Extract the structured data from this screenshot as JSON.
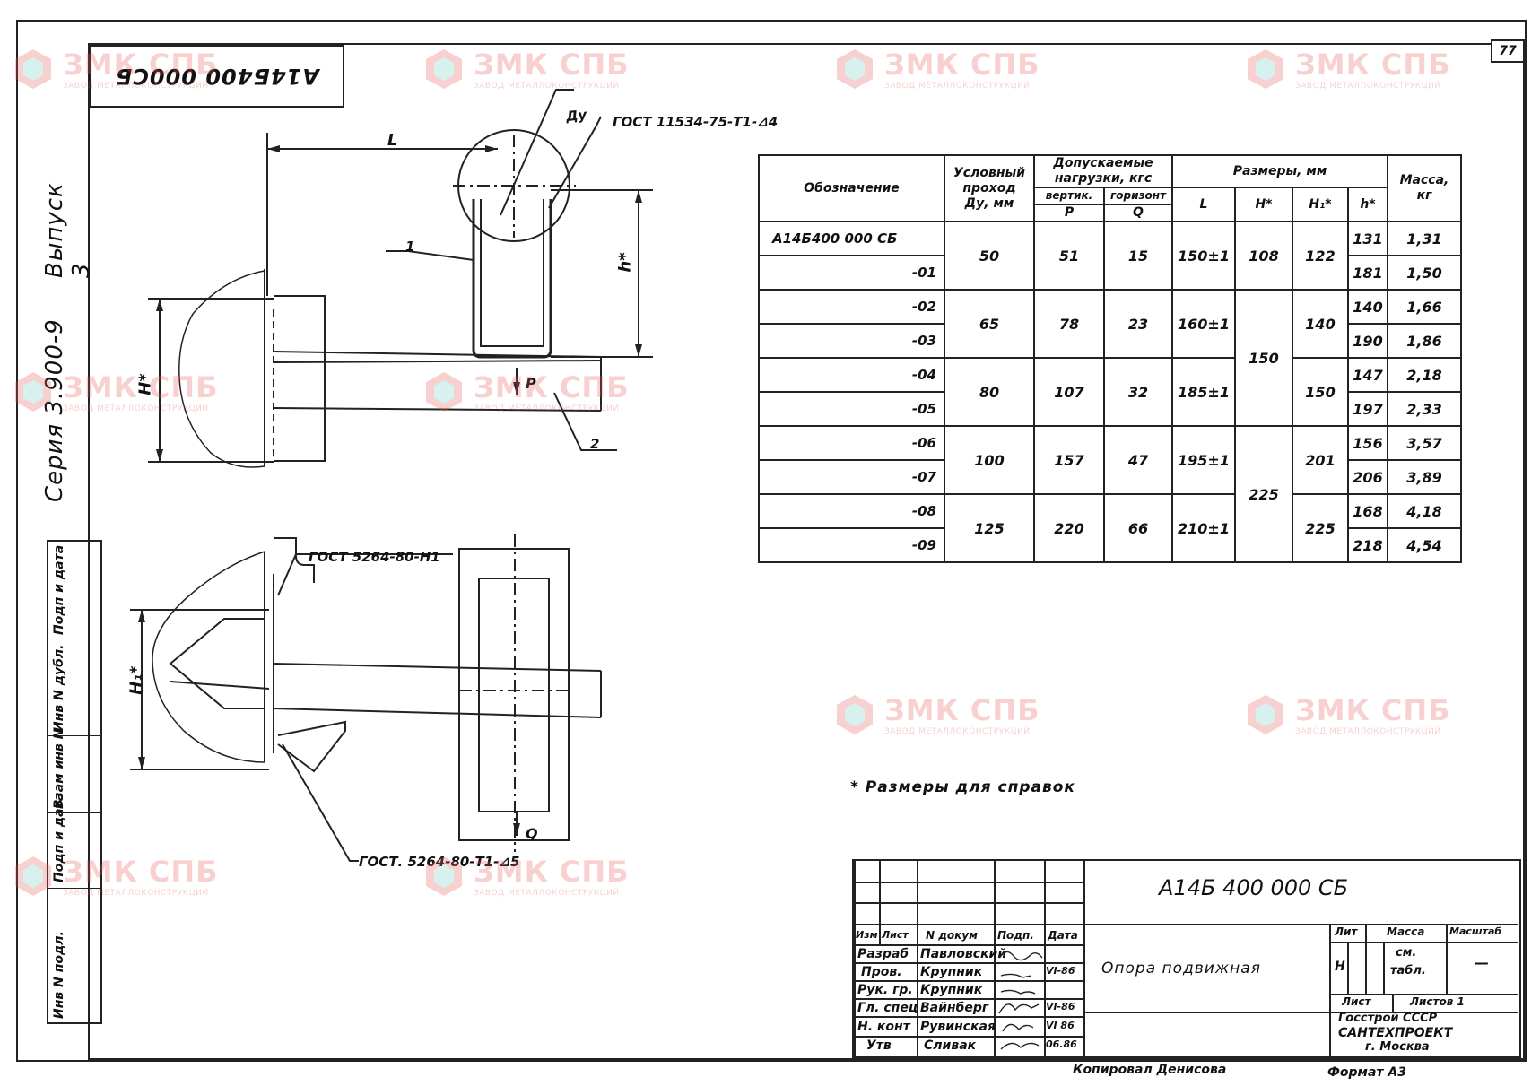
{
  "drawing_code_stamp": "А14Б400 000СБ",
  "sheet_number": "77",
  "series": {
    "text": "Серия 3.900-9",
    "issue": "Выпуск 3"
  },
  "left_strip": [
    "Инв N подл.",
    "Подп и дата",
    "Взам инв N",
    "Инв N дубл.",
    "Подп и дата"
  ],
  "callouts": {
    "du": "Ду",
    "gost_top": "ГОСТ 11534-75-Т1-⊿4",
    "L": "L",
    "pos1": "1",
    "pos2": "2",
    "h_star": "h*",
    "H_star": "H*",
    "P": "P",
    "gost_mid": "ГОСТ 5264-80-Н1",
    "H1_star": "H₁*",
    "Q": "Q",
    "gost_bot": "ГОСТ. 5264-80-Т1-⊿5"
  },
  "table": {
    "headers": {
      "designation": "Обозначение",
      "cond_pass": [
        "Условный",
        "проход",
        "Ду, мм"
      ],
      "loads": [
        "Допускаемые",
        "нагрузки, кгс"
      ],
      "vert": "вертик.",
      "horiz": "горизонт",
      "p": "P",
      "q": "Q",
      "dims": "Размеры, мм",
      "L": "L",
      "H": "H*",
      "H1": "H₁*",
      "h": "h*",
      "mass": [
        "Масса,",
        "кг"
      ]
    },
    "designations": [
      "А14Б400 000 СБ",
      "-01",
      "-02",
      "-03",
      "-04",
      "-05",
      "-06",
      "-07",
      "-08",
      "-09"
    ],
    "du": [
      "50",
      "65",
      "80",
      "100",
      "125"
    ],
    "p": [
      "51",
      "78",
      "107",
      "157",
      "220"
    ],
    "q": [
      "15",
      "23",
      "32",
      "47",
      "66"
    ],
    "L": [
      "150±1",
      "160±1",
      "185±1",
      "195±1",
      "210±1"
    ],
    "H": [
      "108",
      "150",
      "225"
    ],
    "H1": [
      "122",
      "140",
      "150",
      "201",
      "225"
    ],
    "h": [
      "131",
      "181",
      "140",
      "190",
      "147",
      "197",
      "156",
      "206",
      "168",
      "218"
    ],
    "mass": [
      "1,31",
      "1,50",
      "1,66",
      "1,86",
      "2,18",
      "2,33",
      "3,57",
      "3,89",
      "4,18",
      "4,54"
    ]
  },
  "note": "* Размеры для справок",
  "title_block": {
    "code": "А14Б 400 000 СБ",
    "name": "Опора подвижная",
    "head": [
      "Изм",
      "Лист",
      "N докум",
      "Подп.",
      "Дата"
    ],
    "roles": [
      "Разраб",
      "Пров.",
      "Рук. гр.",
      "Гл. спец",
      "Н. конт",
      "Утв"
    ],
    "names": [
      "Павловский",
      "Крупник",
      "Крупник",
      "Вайнберг",
      "Рувинская",
      "Сливак"
    ],
    "dates": [
      "",
      "VI-86",
      "",
      "VI-86",
      "VI 86",
      "06.86"
    ],
    "lit": "Лит",
    "lit_val": "Н",
    "mass": "Масса",
    "mass_val": [
      "см.",
      "табл."
    ],
    "scale": "Масштаб",
    "scale_val": "—",
    "sheet": "Лист",
    "sheets": "Листов 1",
    "org": [
      "Госстрой СССР",
      "САНТЕХПРОЕКТ",
      "г. Москва"
    ]
  },
  "copied": "Копировал Денисова",
  "format": "Формат А3",
  "watermark": {
    "brand": "ЗМК СПБ",
    "sub": "ЗАВОД МЕТАЛЛОКОНСТРУКЦИЙ"
  }
}
